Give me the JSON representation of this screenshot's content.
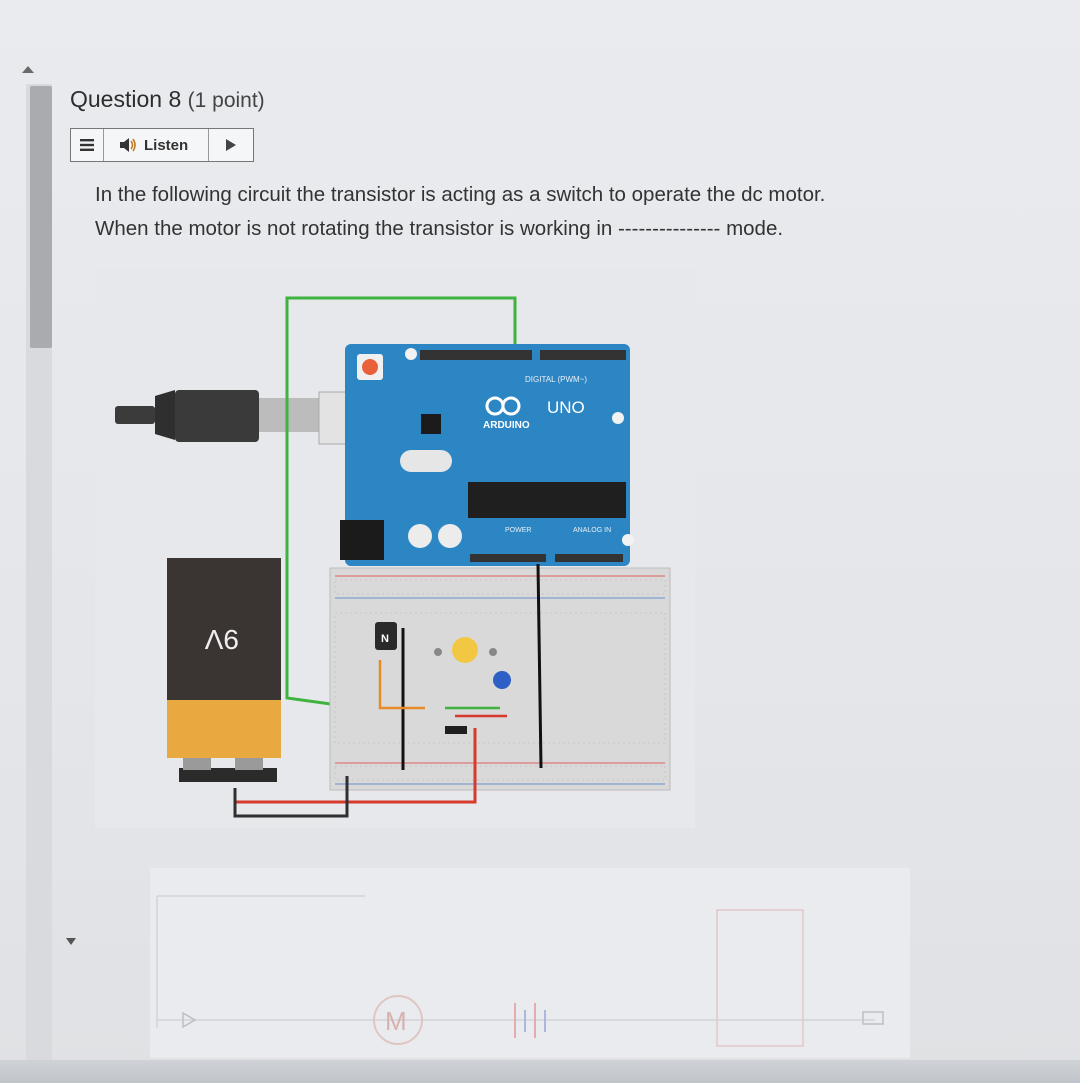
{
  "question": {
    "title": "Question 8",
    "points": "(1 point)",
    "text_line1": "In the following circuit the transistor is acting as a switch to operate the dc motor.",
    "text_line2": "When the motor is not rotating the transistor is working in --------------- mode."
  },
  "toolbar": {
    "listen_label": "Listen",
    "menu_icon": "menu-icon",
    "speaker_icon": "speaker-icon",
    "play_icon": "play-icon"
  },
  "circuit": {
    "board_label": "ARDUINO",
    "board_model": "UNO",
    "digital_label": "DIGITAL (PWM~)",
    "power_label": "POWER",
    "analog_label": "ANALOG IN",
    "battery_label": "9V",
    "transistor_label": "N",
    "motor_label": "M"
  },
  "colors": {
    "board": "#2d86c4",
    "wire_green": "#3fb23f",
    "wire_red": "#d63a2c",
    "battery_top": "#3a3533",
    "battery_bottom": "#e8a940"
  }
}
